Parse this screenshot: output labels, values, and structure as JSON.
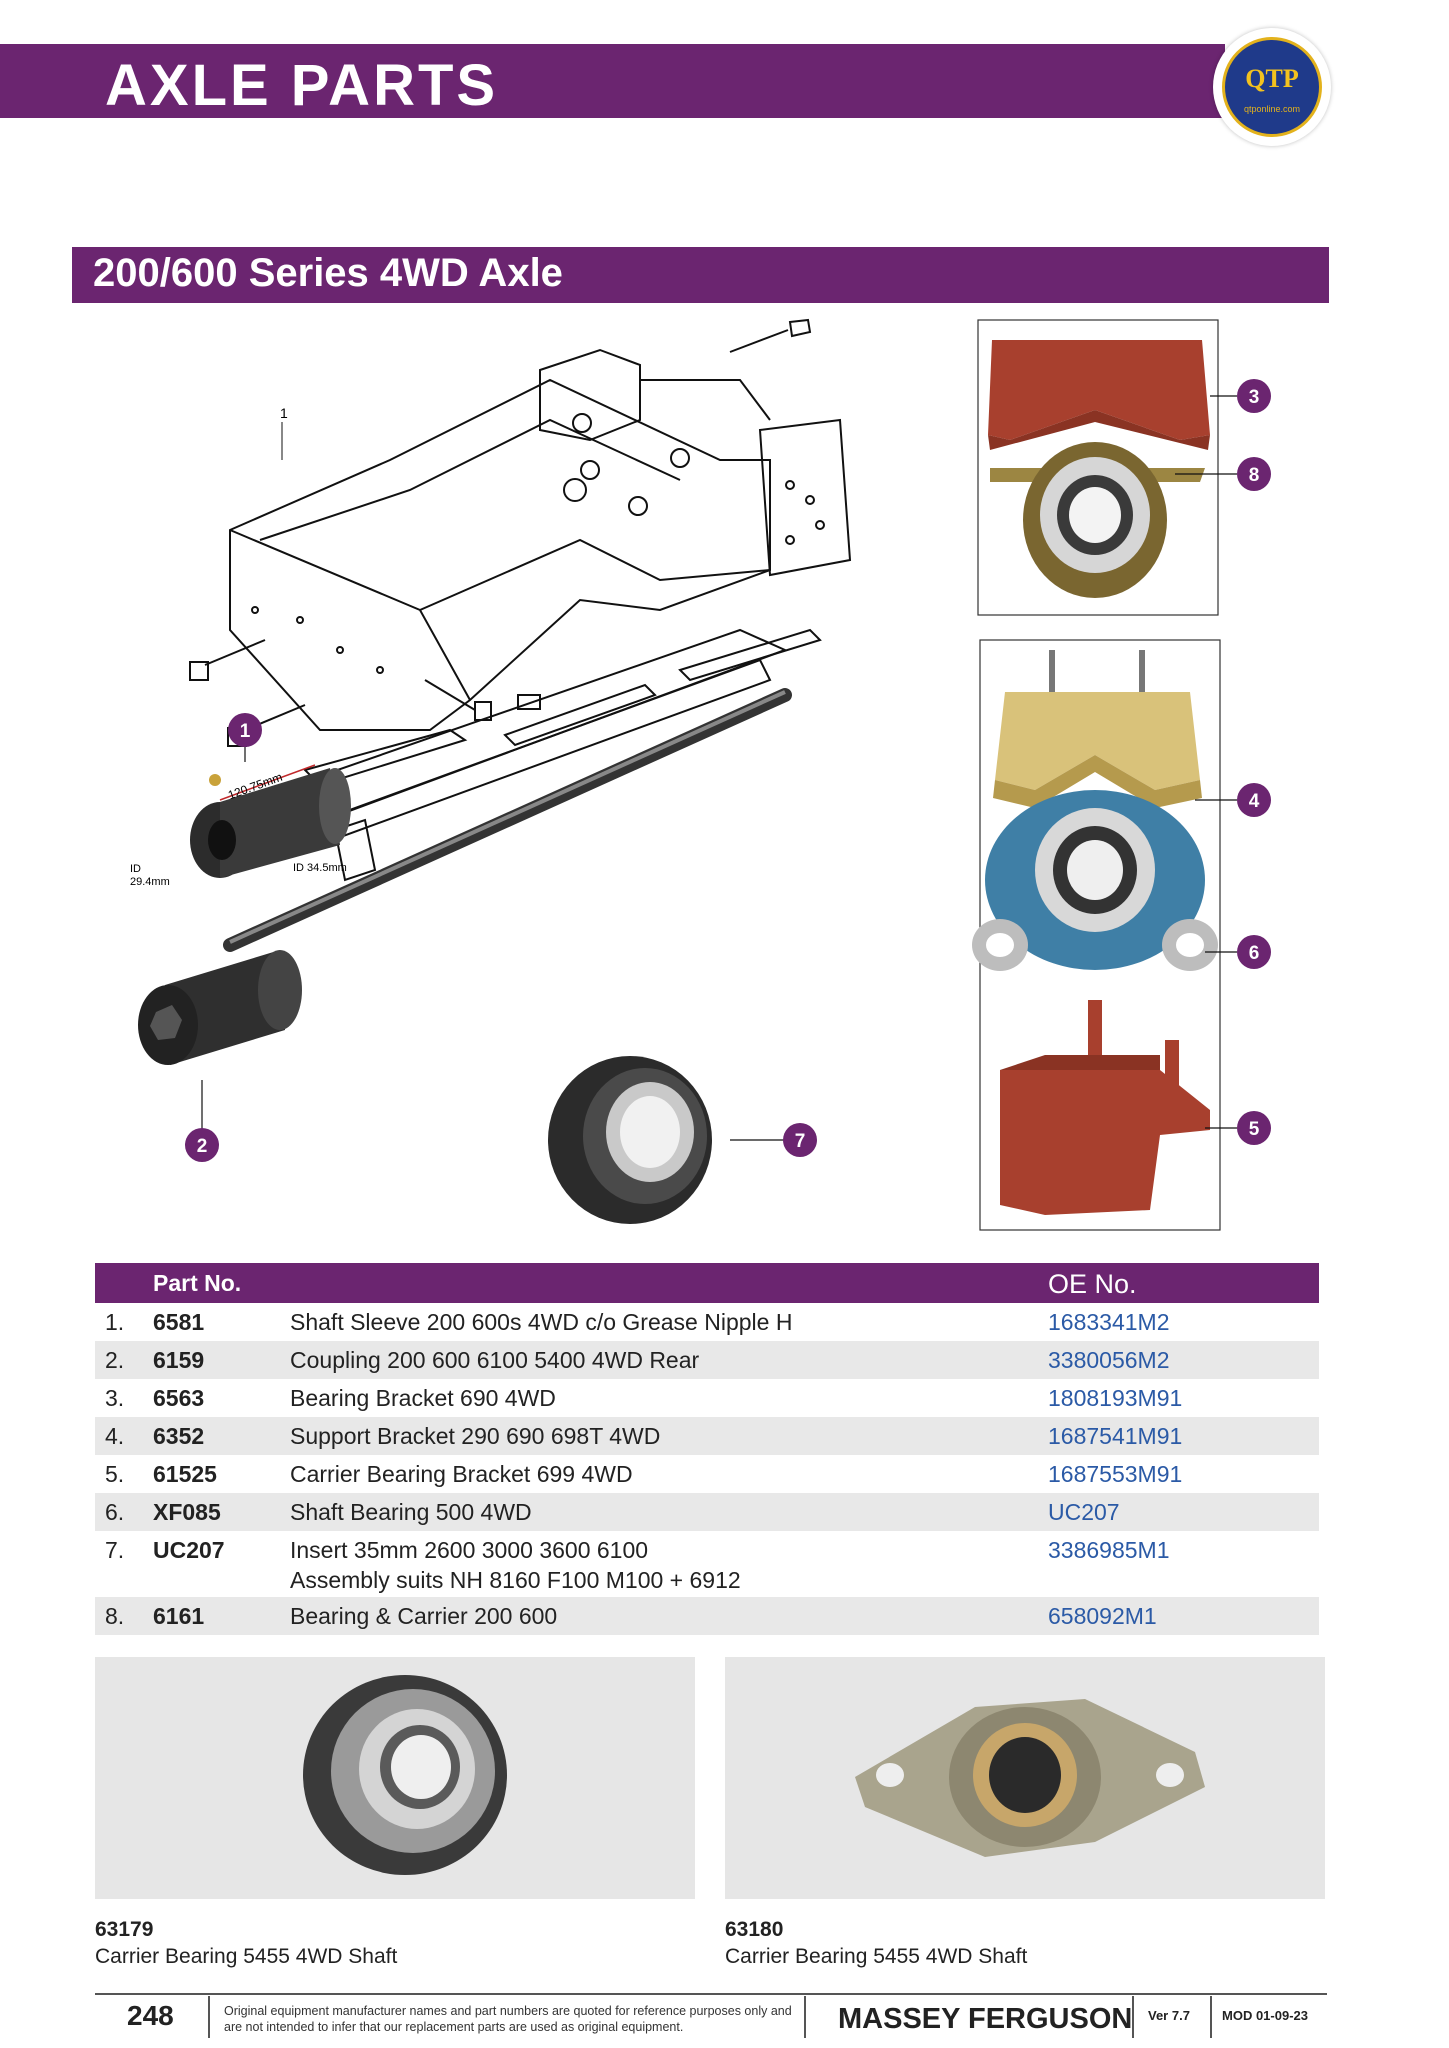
{
  "header": {
    "title": "AXLE PARTS"
  },
  "logo": {
    "text": "QTP",
    "url": "qtponline.com"
  },
  "section": {
    "title": "200/600 Series 4WD Axle"
  },
  "callouts": [
    "1",
    "2",
    "3",
    "4",
    "5",
    "6",
    "7",
    "8"
  ],
  "dimensions": {
    "length": "120.75mm",
    "id_left_line1": "ID",
    "id_left_line2": "29.4mm",
    "id_right": "ID 34.5mm"
  },
  "diagram_label": "1",
  "table": {
    "headers": {
      "part_no": "Part No.",
      "oe_no": "OE No."
    },
    "rows": [
      {
        "num": "1.",
        "part": "6581",
        "desc": "Shaft Sleeve 200 600s 4WD c/o Grease Nipple H",
        "desc2": "",
        "oe": "1683341M2"
      },
      {
        "num": "2.",
        "part": "6159",
        "desc": "Coupling 200 600 6100 5400 4WD Rear",
        "desc2": "",
        "oe": "3380056M2"
      },
      {
        "num": "3.",
        "part": "6563",
        "desc": "Bearing Bracket 690 4WD",
        "desc2": "",
        "oe": "1808193M91"
      },
      {
        "num": "4.",
        "part": "6352",
        "desc": "Support Bracket 290 690 698T 4WD",
        "desc2": "",
        "oe": "1687541M91"
      },
      {
        "num": "5.",
        "part": "61525",
        "desc": "Carrier Bearing Bracket 699 4WD",
        "desc2": "",
        "oe": "1687553M91"
      },
      {
        "num": "6.",
        "part": "XF085",
        "desc": "Shaft Bearing 500 4WD",
        "desc2": "",
        "oe": "UC207"
      },
      {
        "num": "7.",
        "part": "UC207",
        "desc": "Insert 35mm 2600 3000 3600 6100",
        "desc2": "Assembly suits NH 8160 F100 M100 + 6912",
        "oe": "3386985M1"
      },
      {
        "num": "8.",
        "part": "6161",
        "desc": "Bearing & Carrier 200 600",
        "desc2": "",
        "oe": "658092M1"
      }
    ]
  },
  "photos": [
    {
      "part": "63179",
      "desc": "Carrier Bearing 5455 4WD Shaft"
    },
    {
      "part": "63180",
      "desc": "Carrier Bearing 5455 4WD Shaft"
    }
  ],
  "footer": {
    "page": "248",
    "note": "Original equipment manufacturer names and part numbers are quoted for reference purposes only and are not intended to infer that our replacement parts are used as original equipment.",
    "brand": "MASSEY FERGUSON",
    "version": "Ver 7.7",
    "mod": "MOD 01-09-23"
  },
  "colors": {
    "purple": "#6b2570",
    "oe_blue": "#2b5aa6",
    "shade": "#e8e8e8",
    "bracket_red": "#a8402e",
    "bracket_yellow": "#d9c27a",
    "bearing_blue": "#3f7fa6"
  }
}
